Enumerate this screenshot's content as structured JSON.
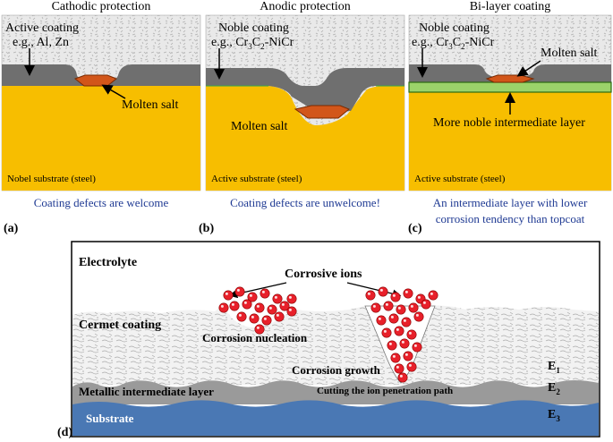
{
  "panel_a": {
    "title": "Cathodic protection",
    "coating_label_1": "Active coating",
    "coating_label_2": "e.g., Al, Zn",
    "salt_label": "Molten salt",
    "substrate_label": "Nobel substrate (steel)",
    "caption": "Coating defects are welcome",
    "tag": "(a)"
  },
  "panel_b": {
    "title": "Anodic protection",
    "coating_label_1": "Noble coating",
    "coating_label_2": "e.g., Cr",
    "coating_sub_1": "3",
    "coating_mid": "C",
    "coating_sub_2": "2",
    "coating_end": "-NiCr",
    "salt_label": "Molten salt",
    "substrate_label": "Active substrate (steel)",
    "caption": "Coating defects are unwelcome!",
    "tag": "(b)"
  },
  "panel_c": {
    "title": "Bi-layer coating",
    "coating_label_1": "Noble coating",
    "coating_label_2": "e.g., Cr",
    "coating_sub_1": "3",
    "coating_mid": "C",
    "coating_sub_2": "2",
    "coating_end": "-NiCr",
    "salt_label": "Molten salt",
    "intermediate_label": "More noble intermediate layer",
    "substrate_label": "Active substrate (steel)",
    "caption_1": "An intermediate layer with lower",
    "caption_2": "corrosion tendency than topcoat",
    "tag": "(c)"
  },
  "panel_d": {
    "electrolyte": "Electrolyte",
    "corrosive_ions": "Corrosive ions",
    "cermet": "Cermet coating",
    "nucleation": "Corrosion nucleation",
    "growth": "Corrosion growth",
    "intermediate": "Metallic intermediate layer",
    "cutting": "Cutting the ion penetration path",
    "substrate": "Substrate",
    "e1": "E",
    "e1_sub": "1",
    "e2": "E",
    "e2_sub": "2",
    "e3": "E",
    "e3_sub": "3",
    "tag": "(d)"
  },
  "colors": {
    "substrate_orange": "#f7be00",
    "coating_gray": "#6f6f6f",
    "salt": "#d2561a",
    "intermediate_green": "#9bd36a",
    "substrate_blue": "#4a78b4",
    "intermediate_gray": "#9a9a9a",
    "ion_red": "#e8202a",
    "caption_blue": "#1f3a93"
  }
}
